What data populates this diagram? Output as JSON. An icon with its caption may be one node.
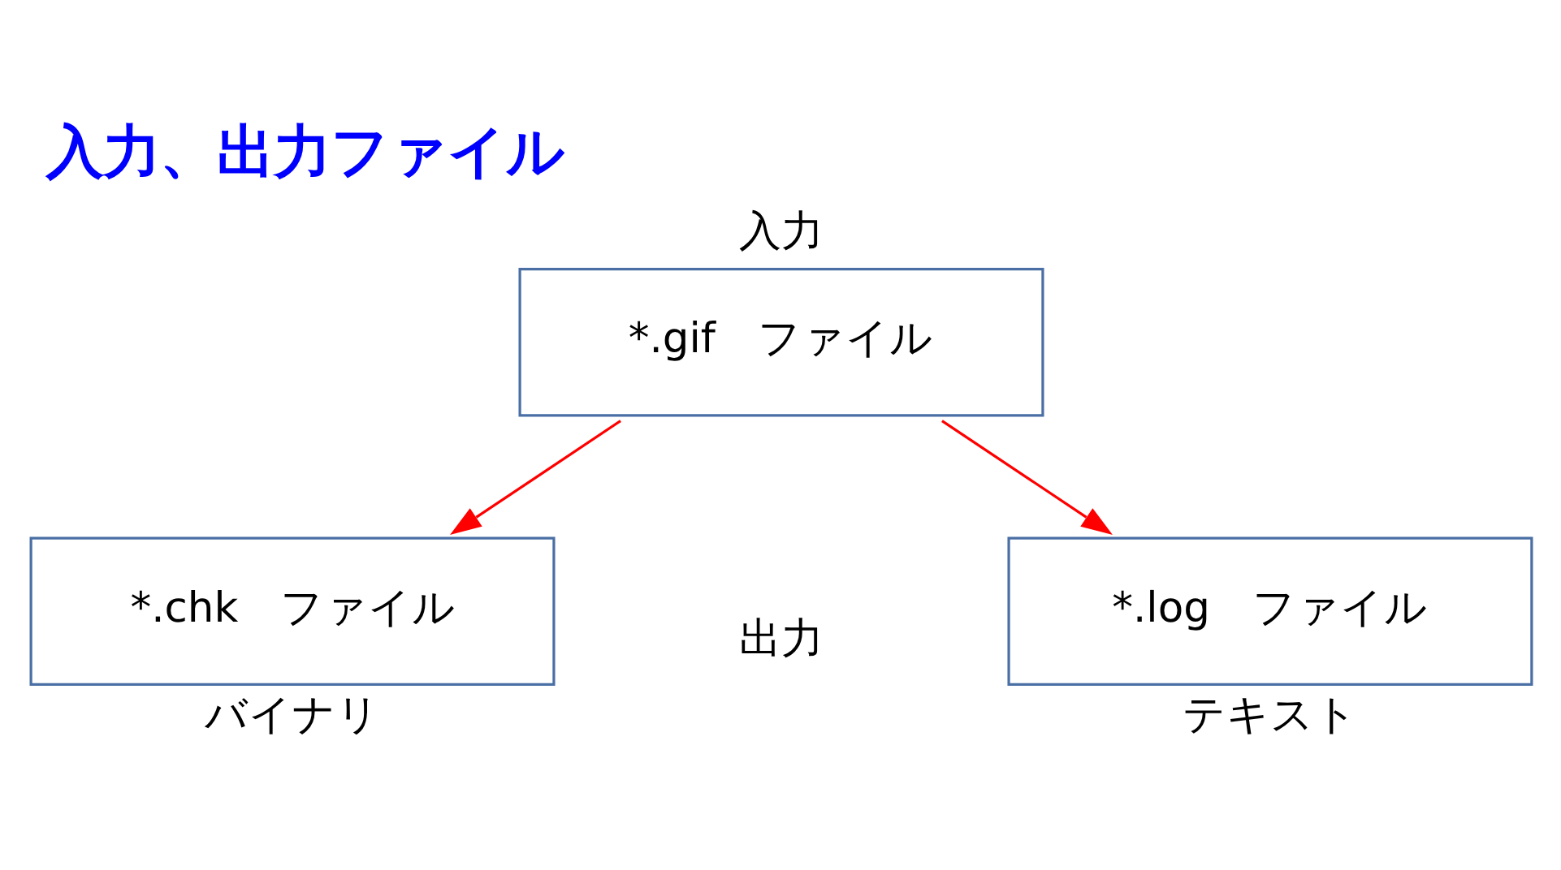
{
  "diagram": {
    "title": "入力、出力ファイル",
    "nodes": [
      {
        "text": [
          "*.gif　ファイル"
        ],
        "beside": [
          "入力"
        ]
      },
      {
        "text": [
          "*.chk　ファイル"
        ],
        "beside": [
          "バイナリ"
        ]
      },
      {
        "text": [
          "*.log　ファイル"
        ],
        "beside": [
          "テキスト"
        ]
      }
    ],
    "edges": [
      {
        "from": 0,
        "to": 1,
        "arrow": "to",
        "color": "#ff0000"
      },
      {
        "from": 0,
        "to": 2,
        "arrow": "to",
        "color": "#ff0000"
      }
    ],
    "labels": [
      "出力"
    ]
  }
}
